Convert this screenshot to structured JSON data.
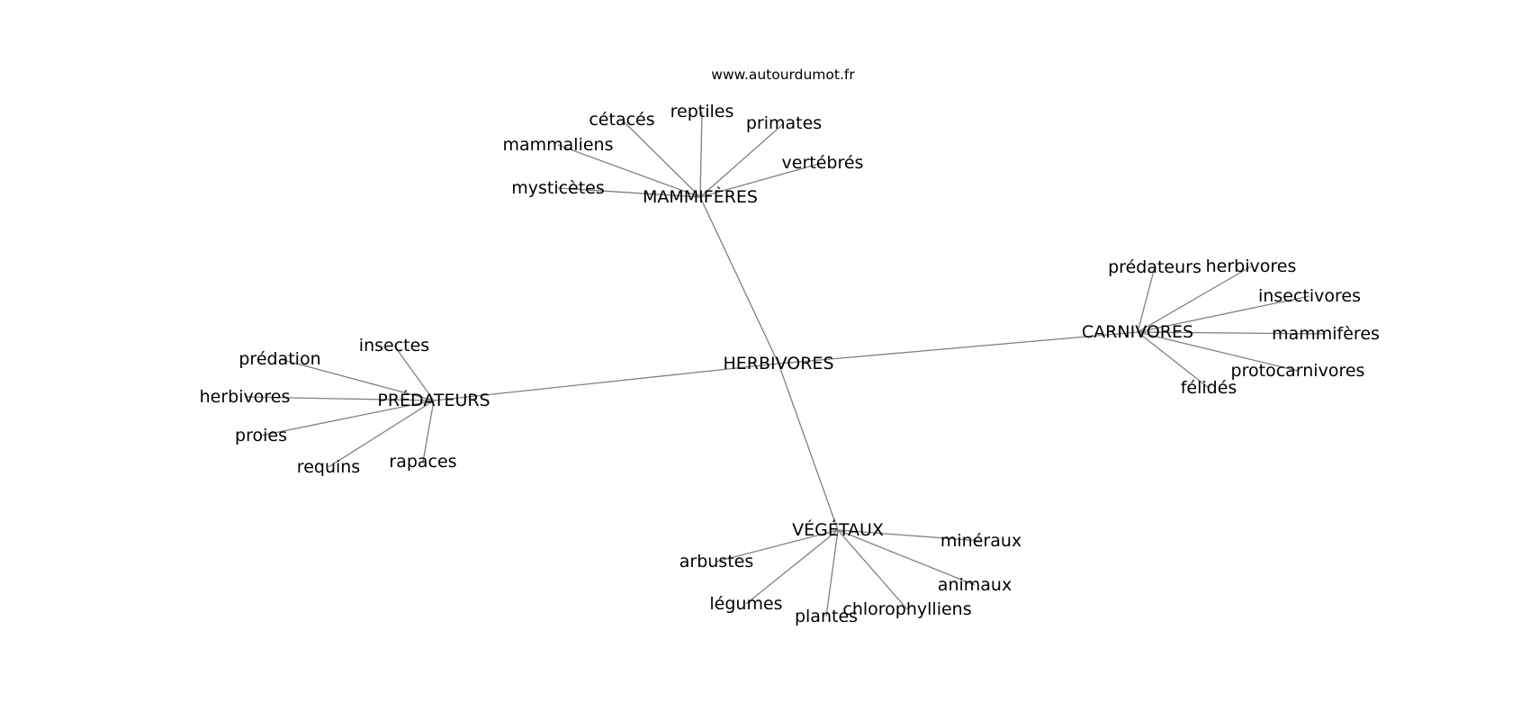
{
  "site": "www.autourdumot.fr",
  "center": "HERBIVORES",
  "groups": [
    {
      "hub": "MAMMIFÈRES",
      "leaves": [
        "mysticètes",
        "mammaliens",
        "cétacés",
        "reptiles",
        "primates",
        "vertébrés"
      ]
    },
    {
      "hub": "CARNIVORES",
      "leaves": [
        "prédateurs",
        "herbivores",
        "insectivores",
        "mammifères",
        "protocarnivores",
        "félidés"
      ]
    },
    {
      "hub": "PRÉDATEURS",
      "leaves": [
        "insectes",
        "prédation",
        "herbivores",
        "proies",
        "requins",
        "rapaces"
      ]
    },
    {
      "hub": "VÉGÉTAUX",
      "leaves": [
        "minéraux",
        "animaux",
        "chlorophylliens",
        "plantes",
        "légumes",
        "arbustes"
      ]
    }
  ]
}
